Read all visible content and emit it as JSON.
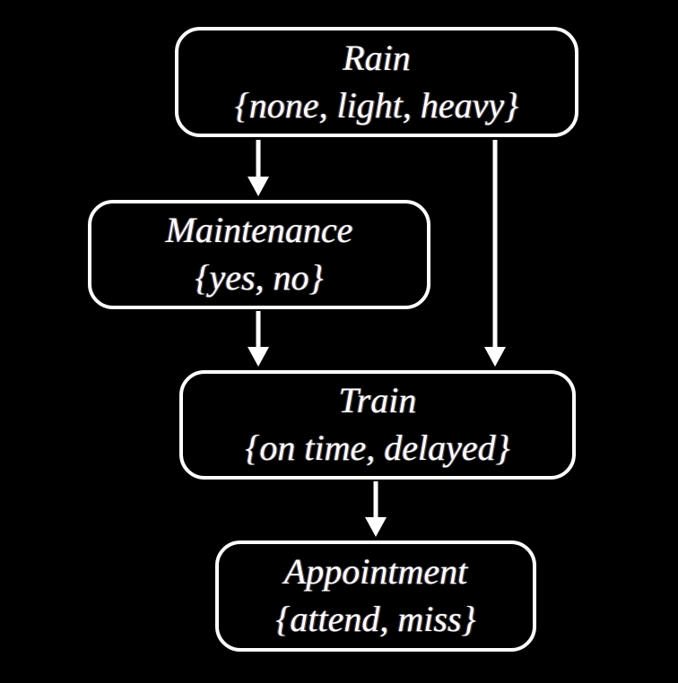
{
  "diagram": {
    "background_color": "#000000",
    "node_border_color": "#ffffff",
    "text_color": "#ffffff",
    "nodes": [
      {
        "id": "rain",
        "name": "Rain",
        "domain": "{none, light, heavy}"
      },
      {
        "id": "maintenance",
        "name": "Maintenance",
        "domain": "{yes, no}"
      },
      {
        "id": "train",
        "name": "Train",
        "domain": "{on time, delayed}"
      },
      {
        "id": "appointment",
        "name": "Appointment",
        "domain": "{attend, miss}"
      }
    ],
    "edges": [
      {
        "from": "Rain",
        "to": "Maintenance"
      },
      {
        "from": "Rain",
        "to": "Train"
      },
      {
        "from": "Maintenance",
        "to": "Train"
      },
      {
        "from": "Train",
        "to": "Appointment"
      }
    ]
  }
}
